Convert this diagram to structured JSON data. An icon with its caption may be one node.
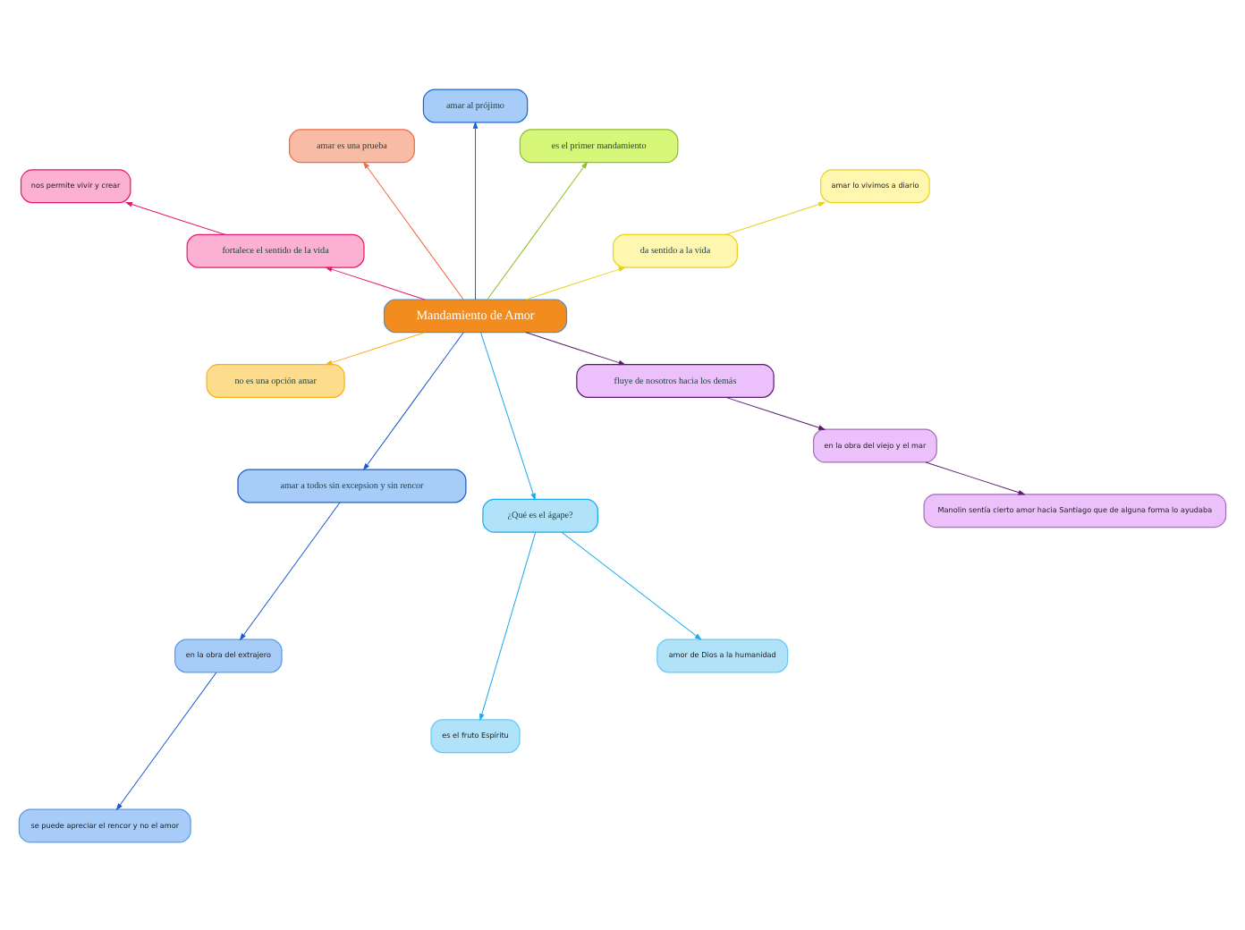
{
  "diagram": {
    "nodes": [
      {
        "text": [
          "Mandamiento de Amor"
        ]
      },
      {
        "text": [
          "da sentido a la vida"
        ]
      },
      {
        "text": [
          "amar lo vivimos a diario"
        ]
      },
      {
        "text": [
          "es el primer mandamiento"
        ]
      },
      {
        "text": [
          "amar al prójimo"
        ]
      },
      {
        "text": [
          "amar es una prueba"
        ]
      },
      {
        "text": [
          "fortalece el sentido de la vida"
        ]
      },
      {
        "text": [
          "nos permite vivir y crear"
        ]
      },
      {
        "text": [
          "no es una opción amar"
        ]
      },
      {
        "text": [
          "amar a todos sin excepsion y sin rencor"
        ]
      },
      {
        "text": [
          "en la obra del extrajero"
        ]
      },
      {
        "text": [
          "se puede apreciar el rencor y no el amor"
        ]
      },
      {
        "text": [
          "¿Qué es el ágape?"
        ]
      },
      {
        "text": [
          "es el fruto Espíritu"
        ]
      },
      {
        "text": [
          "amor de Dios a la humanidad"
        ]
      },
      {
        "text": [
          "fluye de nosotros hacia los demás"
        ]
      },
      {
        "text": [
          "en la obra del viejo y el mar"
        ]
      },
      {
        "text": [
          "Manolin sentía cierto amor hacia Santiago que de alguna forma lo ayudaba"
        ]
      }
    ],
    "edges": [
      {
        "from": 0,
        "to": 1,
        "arrow": "to",
        "color": "#e8d21a"
      },
      {
        "from": 1,
        "to": 2,
        "arrow": "to",
        "color": "#e8d21a"
      },
      {
        "from": 0,
        "to": 3,
        "arrow": "to",
        "color": "#8cbf26"
      },
      {
        "from": 0,
        "to": 4,
        "arrow": "to",
        "color": "#1a66cc"
      },
      {
        "from": 0,
        "to": 5,
        "arrow": "to",
        "color": "#f26a40"
      },
      {
        "from": 0,
        "to": 6,
        "arrow": "to",
        "color": "#e8196e"
      },
      {
        "from": 6,
        "to": 7,
        "arrow": "to",
        "color": "#e8196e"
      },
      {
        "from": 0,
        "to": 8,
        "arrow": "to",
        "color": "#f5b21a"
      },
      {
        "from": 0,
        "to": 9,
        "arrow": "to",
        "color": "#1a5acc"
      },
      {
        "from": 9,
        "to": 10,
        "arrow": "to",
        "color": "#1a5acc"
      },
      {
        "from": 10,
        "to": 11,
        "arrow": "to",
        "color": "#1a5acc"
      },
      {
        "from": 0,
        "to": 12,
        "arrow": "to",
        "color": "#1aaaf0"
      },
      {
        "from": 12,
        "to": 13,
        "arrow": "to",
        "color": "#1aaaf0"
      },
      {
        "from": 12,
        "to": 14,
        "arrow": "to",
        "color": "#1aaaf0"
      },
      {
        "from": 0,
        "to": 15,
        "arrow": "to",
        "color": "#5a1a6e"
      },
      {
        "from": 15,
        "to": 16,
        "arrow": "to",
        "color": "#5a1a6e"
      },
      {
        "from": 16,
        "to": 17,
        "arrow": "to",
        "color": "#5a1a6e"
      }
    ]
  }
}
